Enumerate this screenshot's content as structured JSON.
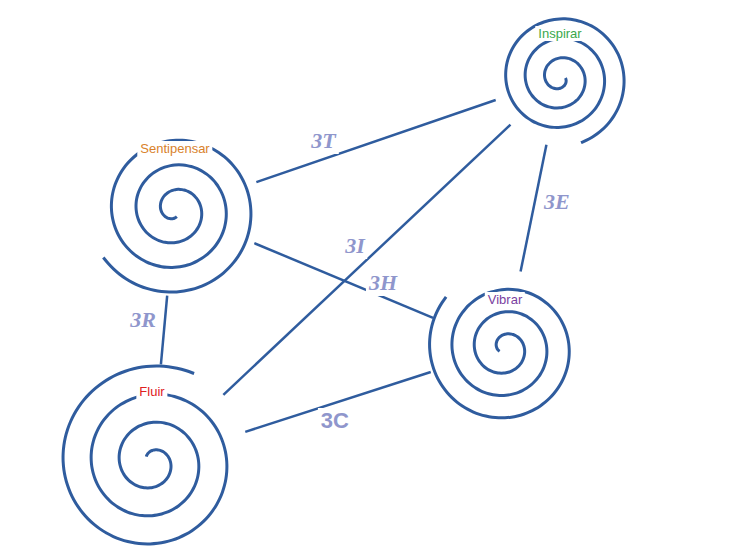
{
  "diagram": {
    "nodes": [
      {
        "text": [
          "Inspirar"
        ]
      },
      {
        "text": [
          "Sentipensar"
        ]
      },
      {
        "text": [
          "Vibrar"
        ]
      },
      {
        "text": [
          "Fluir"
        ]
      }
    ],
    "edges": [
      {
        "from": 1,
        "to": 0,
        "arrow": "none",
        "label": "3T"
      },
      {
        "from": 3,
        "to": 0,
        "arrow": "none",
        "label": "3I"
      },
      {
        "from": 0,
        "to": 2,
        "arrow": "none",
        "label": "3E"
      },
      {
        "from": 1,
        "to": 2,
        "arrow": "none",
        "label": "3H"
      },
      {
        "from": 1,
        "to": 3,
        "arrow": "none",
        "label": "3R"
      },
      {
        "from": 3,
        "to": 2,
        "arrow": "none",
        "label": "3C"
      }
    ]
  }
}
